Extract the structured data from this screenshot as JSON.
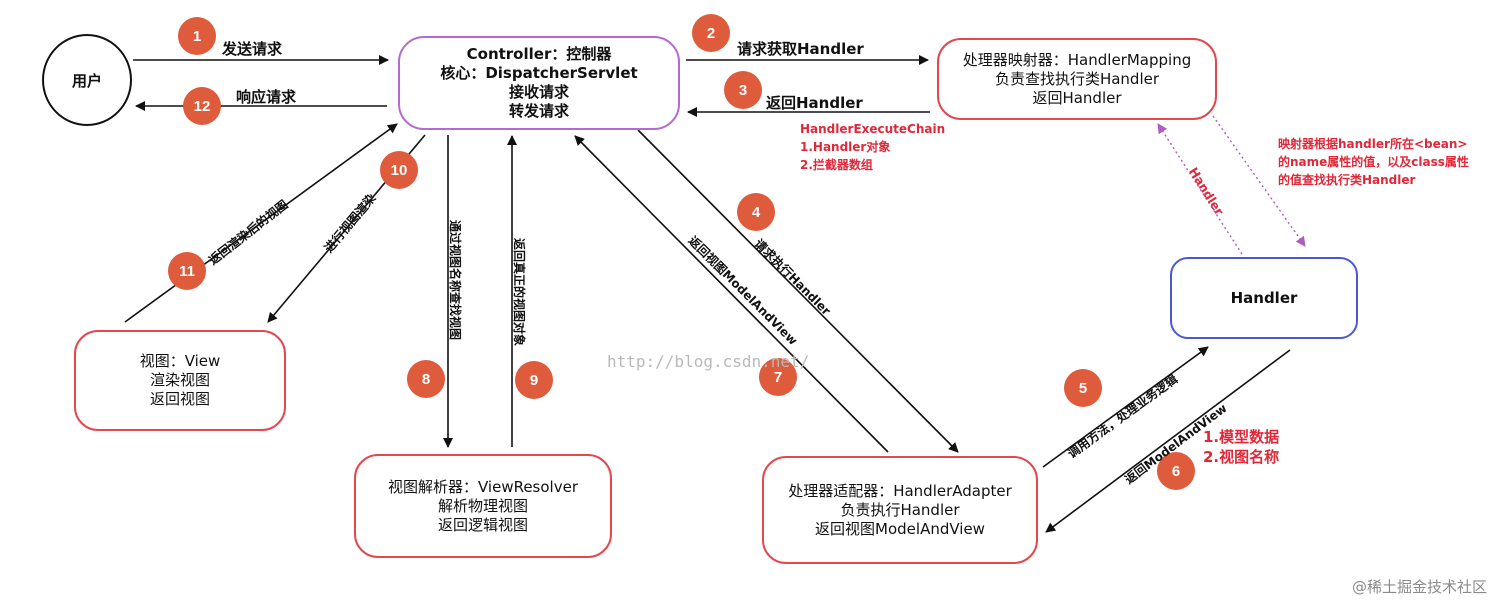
{
  "nodes": {
    "user": "用户",
    "controller": [
      "Controller：控制器",
      "核心：DispatcherServlet",
      "接收请求",
      "转发请求"
    ],
    "mapping": [
      "处理器映射器：HandlerMapping",
      "负责查找执行类Handler",
      "返回Handler"
    ],
    "handler": "Handler",
    "view": [
      "视图：View",
      "渲染视图",
      "返回视图"
    ],
    "resolver": [
      "视图解析器：ViewResolver",
      "解析物理视图",
      "返回逻辑视图"
    ],
    "adapter": [
      "处理器适配器：HandlerAdapter",
      "负责执行Handler",
      "返回视图ModelAndView"
    ]
  },
  "steps": [
    {
      "n": "1",
      "label": "发送请求"
    },
    {
      "n": "2",
      "label": "请求获取Handler"
    },
    {
      "n": "3",
      "label": "返回Handler"
    },
    {
      "n": "4",
      "label": "请求执行Handler"
    },
    {
      "n": "5",
      "label": "调用方法，处理业务逻辑"
    },
    {
      "n": "6",
      "label": "返回ModelAndView"
    },
    {
      "n": "7",
      "label": "返回视图ModelAndView"
    },
    {
      "n": "8",
      "label": "通过视图名称查找视图"
    },
    {
      "n": "9",
      "label": "返回真正的视图对象"
    },
    {
      "n": "10",
      "label": "进行视图渲染"
    },
    {
      "n": "11",
      "label": "返回渲染后的视图"
    },
    {
      "n": "12",
      "label": "响应请求"
    }
  ],
  "notes": {
    "chain": [
      "HandlerExecuteChain",
      "1.Handler对象",
      "2.拦截器数组"
    ],
    "mapping_note": [
      "映射器根据handler所在<bean>",
      "的name属性的值，以及class属性",
      "的值查找执行类Handler"
    ],
    "handler_link": "Handler",
    "model": [
      "1.模型数据",
      "2.视图名称"
    ]
  },
  "watermark": "http://blog.csdn.net/",
  "credit": "@稀土掘金技术社区",
  "colors": {
    "red": "#e2484f",
    "purple": "#b46ad1",
    "blue": "#4a58d6",
    "badge": "#de5b3c",
    "note": "#e0283a"
  }
}
